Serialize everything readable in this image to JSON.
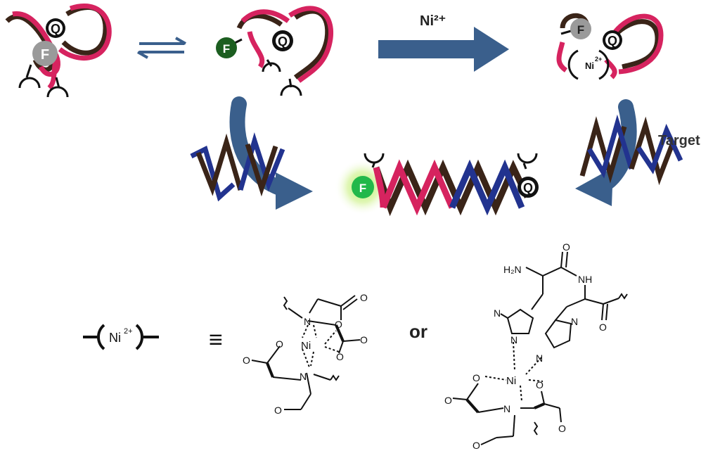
{
  "labels": {
    "fluorophore": "F",
    "quencher": "Q",
    "nickel_ion": "Ni",
    "nickel_charge": "2+",
    "nickel_arrow_label": "Ni²⁺",
    "target": "Target",
    "equivalent_symbol": "≡",
    "or": "or",
    "nh2": "H₂N",
    "nh": "NH",
    "n": "N",
    "o": "O"
  },
  "colors": {
    "strand_pink": "#d6235f",
    "strand_dark": "#3a2418",
    "strand_blue": "#22338f",
    "arrow_blue": "#3a5f8c",
    "fluor_dark_green": "#1c5e20",
    "fluor_bright_green": "#22b84a",
    "quencher_black": "#111111",
    "grey_circle": "#9a9a9a"
  }
}
